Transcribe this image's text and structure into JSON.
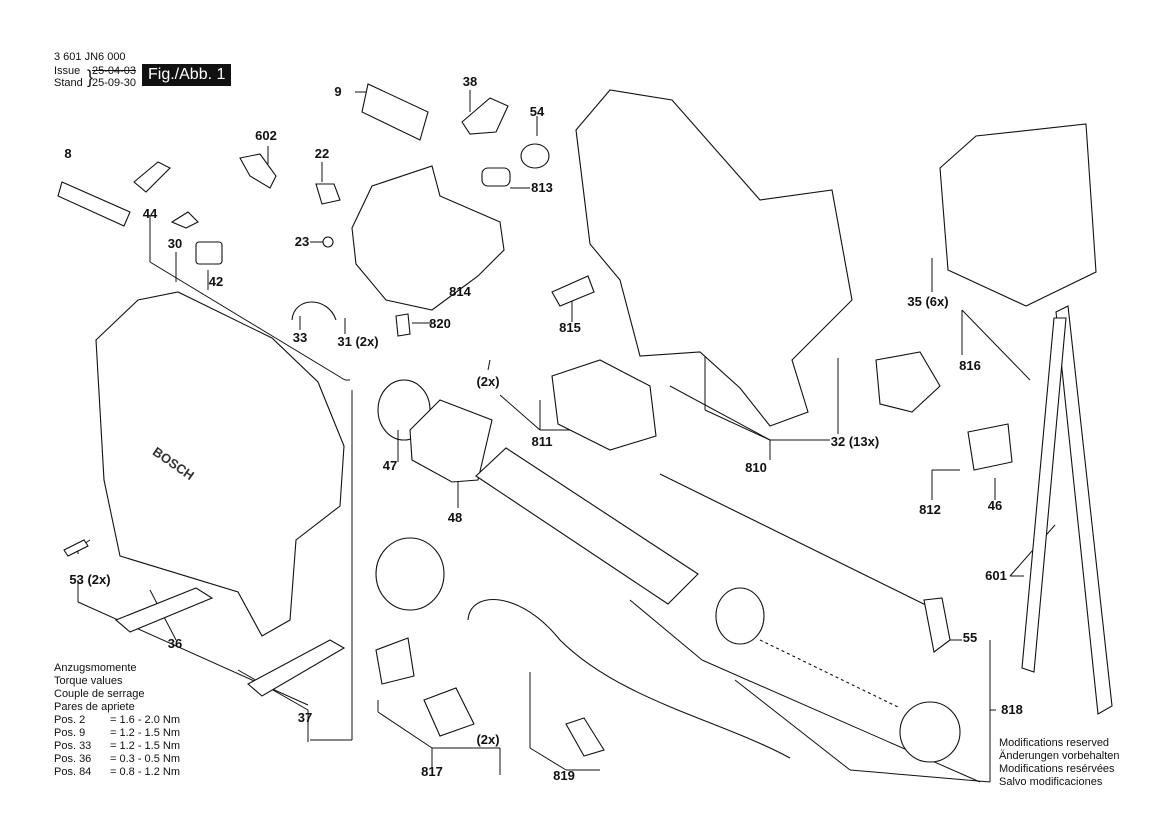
{
  "header": {
    "doc_number": "3 601 JN6 000",
    "issue_label": "Issue",
    "stand_label": "Stand",
    "issue_date_old": "25-04-03",
    "issue_date_new": "25-09-30",
    "figure_label": "Fig./Abb. 1"
  },
  "torque": {
    "title_lines": [
      "Anzugsmomente",
      "Torque values",
      "Couple de serrage",
      "Pares de apriete"
    ],
    "rows": [
      {
        "pos": "Pos. 2",
        "value": "= 1.6 - 2.0 Nm"
      },
      {
        "pos": "Pos. 9",
        "value": "= 1.2 - 1.5 Nm"
      },
      {
        "pos": "Pos. 33",
        "value": "= 1.2 - 1.5 Nm"
      },
      {
        "pos": "Pos. 36",
        "value": "= 0.3 - 0.5 Nm"
      },
      {
        "pos": "Pos. 84",
        "value": "= 0.8 - 1.2 Nm"
      }
    ]
  },
  "modifications": [
    "Modifications reserved",
    "Änderungen vorbehalten",
    "Modifications resérvées",
    "Salvo modificaciones"
  ],
  "brand_mark": "BOSCH",
  "callouts": [
    "8",
    "44",
    "30",
    "42",
    "602",
    "22",
    "23",
    "814",
    "33",
    "31 (2x)",
    "820",
    "9",
    "38",
    "54",
    "813",
    "815",
    "(2x)",
    "811",
    "47",
    "48",
    "810",
    "32 (13x)",
    "816",
    "35 (6x)",
    "812",
    "46",
    "53 (2x)",
    "36",
    "37",
    "817",
    "(2x)",
    "819",
    "601",
    "55",
    "818"
  ],
  "colors": {
    "ink": "#111111",
    "paper": "#ffffff",
    "shade": "#d9d9d9"
  }
}
